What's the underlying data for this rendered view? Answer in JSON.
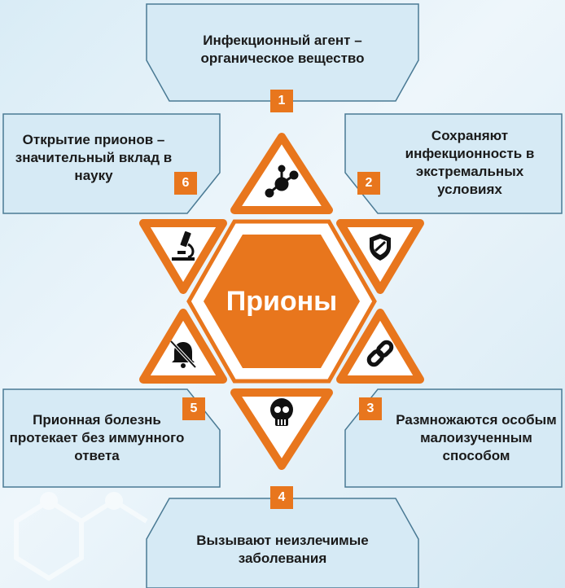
{
  "center": {
    "label": "Прионы"
  },
  "boxes": [
    {
      "number": "1",
      "text": "Инфекционный агент – органическое вещество"
    },
    {
      "number": "2",
      "text": "Сохраняют инфекционность в экстремальных условиях"
    },
    {
      "number": "3",
      "text": "Размножаются особым малоизученным способом"
    },
    {
      "number": "4",
      "text": "Вызывают неизлечимые заболевания"
    },
    {
      "number": "5",
      "text": "Прионная болезнь протекает без иммунного ответа"
    },
    {
      "number": "6",
      "text": "Открытие прионов – значительный вклад в науку"
    }
  ],
  "icons": [
    "molecule-icon",
    "shield-icon",
    "chain-link-icon",
    "skull-icon",
    "bell-off-icon",
    "microscope-icon"
  ],
  "colors": {
    "accent": "#e8761d",
    "box_fill": "#d6eaf5",
    "box_stroke": "#4a7a94",
    "triangle_fill": "#ffffff",
    "text": "#1a1a1a"
  }
}
